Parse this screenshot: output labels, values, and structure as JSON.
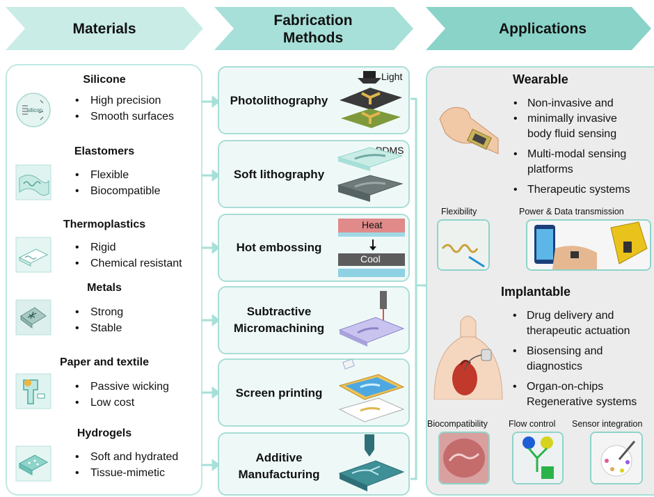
{
  "colors": {
    "header": "#bfe8e2",
    "header_dark": "#8fd3ca",
    "panel_border": "#bfe8e2",
    "apps_bg": "#ececec",
    "accent": "#2f8f86"
  },
  "headers": {
    "materials": "Materials",
    "fabrication_line1": "Fabrication",
    "fabrication_line2": "Methods",
    "applications": "Applications"
  },
  "materials": [
    {
      "name": "Silicone",
      "icon": "silicon-wafer-icon",
      "icon_text": "silicon",
      "bullets": [
        "High precision",
        "Smooth surfaces"
      ]
    },
    {
      "name": "Elastomers",
      "icon": "flexible-sheet-icon",
      "bullets": [
        "Flexible",
        "Biocompatible"
      ]
    },
    {
      "name": "Thermoplastics",
      "icon": "plastic-chip-icon",
      "bullets": [
        "Rigid",
        "Chemical resistant"
      ]
    },
    {
      "name": "Metals",
      "icon": "metal-plate-icon",
      "bullets": [
        "Strong",
        "Stable"
      ]
    },
    {
      "name": "Paper and textile",
      "icon": "paper-device-icon",
      "bullets": [
        "Passive wicking",
        "Low cost"
      ]
    },
    {
      "name": "Hydrogels",
      "icon": "hydrogel-block-icon",
      "bullets": [
        "Soft and hydrated",
        "Tissue-mimetic"
      ]
    }
  ],
  "methods": [
    {
      "line1": "Photolithography",
      "line2": "",
      "tag": "Light"
    },
    {
      "line1": "Soft lithography",
      "line2": "",
      "tag": "PDMS"
    },
    {
      "line1": "Hot embossing",
      "line2": "",
      "tag_top": "Heat",
      "tag_bottom": "Cool"
    },
    {
      "line1": "Subtractive",
      "line2": "Micromachining"
    },
    {
      "line1": "Screen printing",
      "line2": ""
    },
    {
      "line1": "Additive",
      "line2": "Manufacturing"
    }
  ],
  "applications": {
    "wearable": {
      "title": "Wearable",
      "bullets": [
        "Non-invasive and",
        "minimally invasive",
        "body fluid sensing",
        "Multi-modal sensing",
        "platforms",
        "Therapeutic systems"
      ],
      "captions": [
        "Flexibility",
        "Power & Data transmission"
      ]
    },
    "implantable": {
      "title": "Implantable",
      "bullets": [
        "Drug delivery and",
        "therapeutic actuation",
        "Biosensing and",
        "diagnostics",
        "Organ-on-chips",
        "Regenerative systems"
      ],
      "captions": [
        "Biocompatibility",
        "Flow control",
        "Sensor integration"
      ]
    }
  }
}
